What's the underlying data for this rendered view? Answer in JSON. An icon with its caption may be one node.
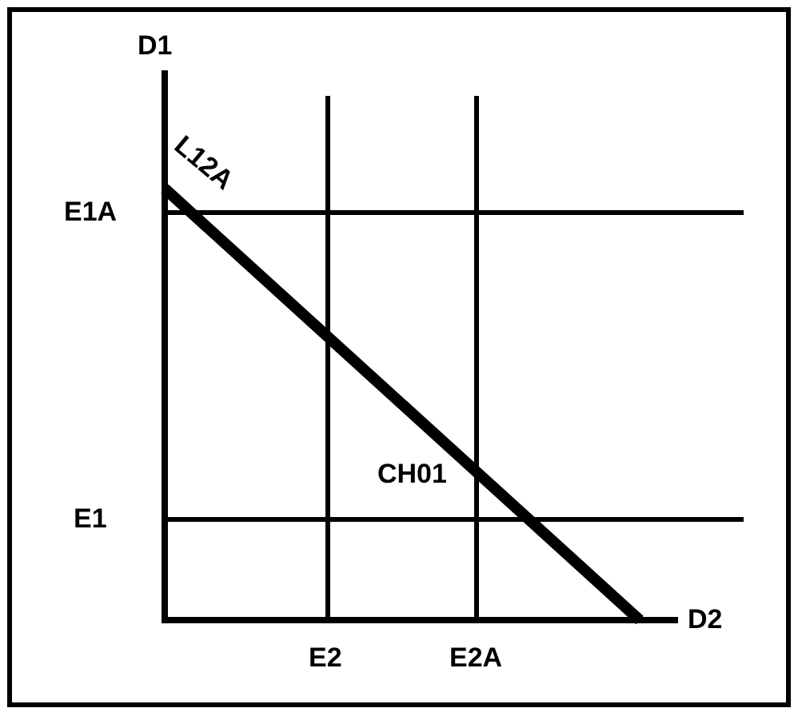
{
  "diagram": {
    "labels": [
      "D1",
      "L12A",
      "E1A",
      "CH01",
      "E1",
      "D2",
      "E2",
      "E2A"
    ]
  }
}
